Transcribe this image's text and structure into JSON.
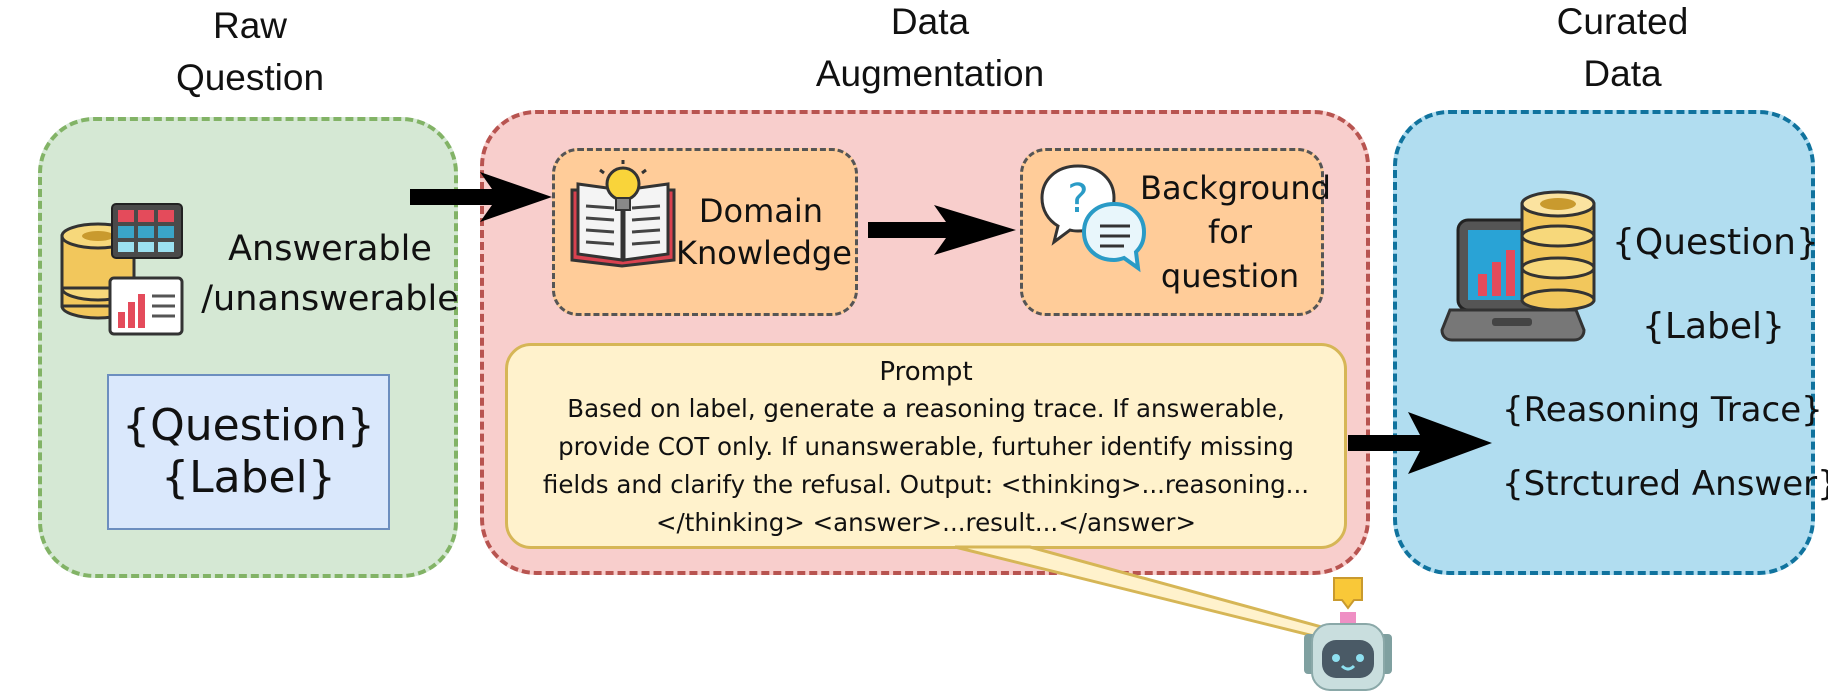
{
  "headers": {
    "raw_question": [
      "Raw",
      "Question"
    ],
    "data_augmentation": [
      "Data",
      "Augmentation"
    ],
    "curated_data": [
      "Curated",
      "Data"
    ]
  },
  "raw_panel": {
    "answerable_label": [
      "Answerable",
      "/unanswerable"
    ],
    "box_lines": [
      "{Question}",
      "{Label}"
    ]
  },
  "augmentation_panel": {
    "domain_knowledge": [
      "Domain",
      "Knowledge"
    ],
    "background": [
      "Background",
      "for",
      "question"
    ],
    "prompt_title": "Prompt",
    "prompt_text": "Based on label, generate a reasoning trace. If answerable, provide COT only. If unanswerable, furtuher identify missing fields and clarify the refusal. Output: <thinking>...reasoning...</thinking> <answer>...result...</answer>"
  },
  "curated_panel": {
    "items": [
      "{Question}",
      "{Label}",
      "{Reasoning Trace}",
      "{Strctured Answer}"
    ]
  },
  "colors": {
    "raw_fill": "#d5e8d4",
    "raw_border": "#82b366",
    "aug_fill": "#f8cecc",
    "aug_border": "#b85450",
    "cur_fill": "#b1ddf0",
    "cur_border": "#10739e",
    "card_fill": "#ffcc99",
    "prompt_fill": "#fff2cc",
    "label_box_fill": "#dae8fc"
  },
  "icons": [
    "database-grid-chart-icon",
    "book-lightbulb-icon",
    "question-chat-icon",
    "laptop-database-icon",
    "robot-icon"
  ]
}
